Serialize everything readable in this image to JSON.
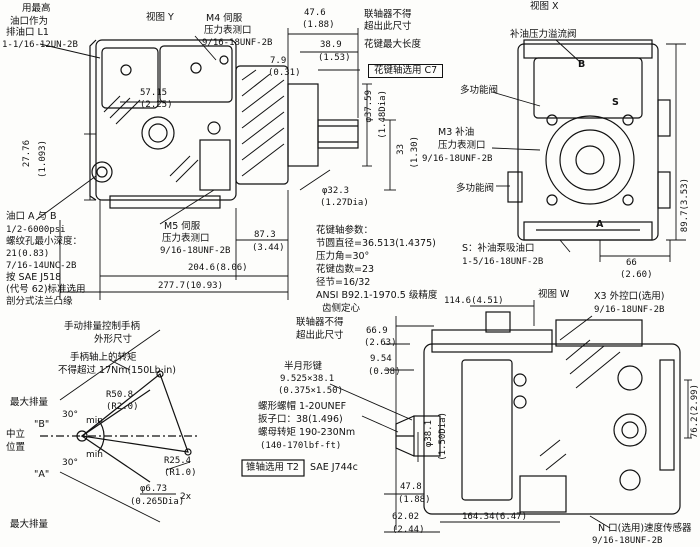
{
  "drawing": {
    "views": {
      "y_view": "视图 Y",
      "x_view": "视图 X",
      "w_view": "视图 W"
    },
    "top_left": {
      "used_max": "用最高",
      "drain_as": "油口作为",
      "drain_port": "排油口 L1",
      "drain_thread": "1-1/16-12UN-2B",
      "m4_servo": "M4 伺服",
      "pressure_port": "压力表测口",
      "m4_thread": "9/16-18UNF-2B",
      "dim_57": "57.15",
      "dim_57_in": "(2.25)",
      "dim_27": "27.76",
      "dim_27_in": "(1.093)",
      "dim_47_6": "47.6",
      "dim_47_6_in": "(1.88)",
      "coupling_no_exceed": "联轴器不得",
      "exceed_here": "超出此尺寸",
      "dim_38_9": "38.9",
      "dim_38_9_in": "(1.53)",
      "spline_max_len": "花键最大长度",
      "dim_7_9": "7.9",
      "dim_7_9_in": "(0.31)",
      "spline_select": "花键轴选用 C7",
      "dia_37_59": "φ37.59",
      "dia_37_59_in": "(1.48Dia)",
      "dim_33": "33",
      "dim_33_in": "(1.30)",
      "dia_32_3": "φ32.3",
      "dia_32_3_in": "(1.27Dia)"
    },
    "lower_left": {
      "ports_ab": "油口 A 与 B",
      "ports_ab_pressure": "1/2-6000psi",
      "thread_depth": "螺纹孔最小深度：",
      "thread_depth_val": "21(0.83)",
      "thread_unc": "7/16-14UNC-2B",
      "saej518": "按 SAE J518",
      "code62": "(代号 62)标准选用",
      "split_flange": "剖分式法兰凸缘",
      "m5_servo": "M5 伺服",
      "pressure_port2": "压力表测口",
      "m5_thread": "9/16-18UNF-2B",
      "dim_87_3": "87.3",
      "dim_87_3_in": "(3.44)",
      "dim_204_6": "204.6(8.06)",
      "dim_277_7": "277.7(10.93)"
    },
    "spline_params": {
      "title": "花键轴参数：",
      "pitch_dia": "节圆直径=36.513(1.4375)",
      "pressure_angle": "压力角=30°",
      "teeth": "花键齿数=23",
      "pitch": "径节=16/32",
      "ansi": "ANSI B92.1-1970.5 级精度",
      "flank": "齿侧定心"
    },
    "view_x": {
      "replenish_relief": "补油压力溢流阀",
      "multi_valve": "多功能阀",
      "m3_replenish": "M3 补油",
      "pressure_port3": "压力表测口",
      "m3_thread": "9/16-18UNF-2B",
      "multi_valve2": "多功能阀",
      "dim_89_7": "89.7(3.53)",
      "dim_66": "66",
      "dim_66_in": "(2.60)",
      "suction_port": "S：补油泵吸油口",
      "suction_thread": "1-5/16-18UNF-2B",
      "label_b": "B",
      "label_s": "S",
      "label_a": "A"
    },
    "view_w": {
      "dim_114_6": "114.6(4.51)",
      "x3_control": "X3 外控口(选用)",
      "x3_thread": "9/16-18UNF-2B",
      "coupling_no_exceed": "联轴器不得",
      "exceed_here": "超出此尺寸",
      "dim_66_9": "66.9",
      "dim_66_9_in": "(2.63)",
      "dim_9_54": "9.54",
      "dim_9_54_in": "(0.38)",
      "half_key": "半月形键",
      "key_size": "9.525×38.1",
      "key_size_in": "(0.375×1.50)",
      "nut": "螺形螺帽 1-20UNEF",
      "wrench_size": "扳子口：38(1.496)",
      "torque": "螺母转矩 190-230Nm",
      "torque_in": "(140-170lbf-ft)",
      "dia_38_1": "φ38.1",
      "dia_38_1_in": "(1.50Dia)",
      "dim_76_2": "76.2(2.99)",
      "taper_shaft": "锥轴选用 T2",
      "sae_j744": "SAE J744c",
      "dim_47_8": "47.8",
      "dim_47_8_in": "(1.88)",
      "dim_62_02": "62.02",
      "dim_62_02_in": "(2.44)",
      "dim_164_34": "164.34(6.47)",
      "n_sensor": "N 口(选用)速度传感器",
      "n_thread": "9/16-18UNF-2B"
    },
    "manual_lever": {
      "title1": "手动排量控制手柄",
      "title2": "外形尺寸",
      "torque1": "手柄轴上的转矩",
      "torque2": "不得超过 17Nm(150Lb·in)",
      "max_disp_top": "最大排量",
      "r50_8": "R50.8",
      "r50_8_in": "(R2.0)",
      "b_label": "\"B\"",
      "a_label": "\"A\"",
      "neutral1": "中立",
      "neutral2": "位置",
      "angle1": "30°",
      "angle2": "30°",
      "min1": "min",
      "min2": "min",
      "r25_4": "R25.4",
      "r25_4_in": "(R1.0)",
      "dia_6_73": "φ6.73",
      "dia_6_73_in": "(0.265Dia)",
      "two_x": "2x",
      "max_disp_bottom": "最大排量"
    }
  }
}
